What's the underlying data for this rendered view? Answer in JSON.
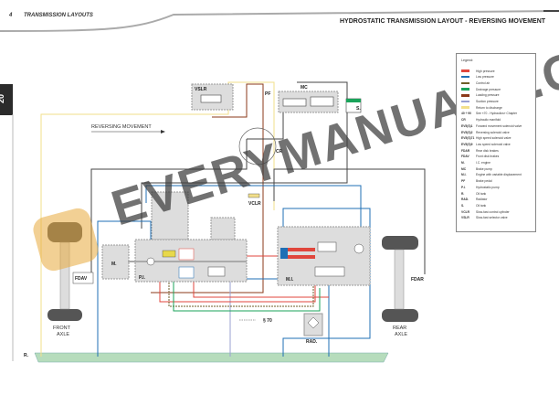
{
  "header": {
    "page_number": "4",
    "section": "TRANSMISSION LAYOUTS",
    "title": "HYDROSTATIC TRANSMISSION LAYOUT - REVERSING MOVEMENT"
  },
  "side_tab": "20",
  "diagram": {
    "movement_label": "REVERSING MOVEMENT",
    "labels": {
      "vslr": "VSLR",
      "pf": "PF",
      "mc": "MC",
      "s": "S.",
      "cr": "CR",
      "vclr": "VCLR",
      "m": "M.",
      "pi": "P.I.",
      "mi": "M.I.",
      "fdav": "FDAV",
      "fdar": "FDAR",
      "rad": "RAD.",
      "r": "R.",
      "ref70": "§ 70",
      "front_axle_1": "FRONT",
      "front_axle_2": "AXLE",
      "rear_axle_1": "REAR",
      "rear_axle_2": "AXLE"
    },
    "watermark": "EVERYMANUALS.COM"
  },
  "legend": {
    "title": "Legend:",
    "colors": [
      {
        "label": "High pressure",
        "color": "#e0463c"
      },
      {
        "label": "Low pressure",
        "color": "#1f6fb5"
      },
      {
        "label": "Control air",
        "color": "#6e5e28"
      },
      {
        "label": "Drainage pressure",
        "color": "#1aa35a"
      },
      {
        "label": "Loading pressure",
        "color": "#8b3a1a"
      },
      {
        "label": "Suction pressure",
        "color": "#9aa0d2"
      },
      {
        "label": "Return to discharge",
        "color": "#f2df8a"
      }
    ],
    "abbreviations": [
      {
        "code": "40 ÷ 90",
        "label": "See «70 - Hydraulics» Chapter"
      },
      {
        "code": "CR",
        "label": "Hydraulic manifold"
      },
      {
        "code": "EV5(S)1",
        "label": "Forward movement solenoid valve"
      },
      {
        "code": "EV5(S)2",
        "label": "Reversing solenoid valve"
      },
      {
        "code": "EV5(S)71",
        "label": "High speed solenoid valve"
      },
      {
        "code": "EV5(S)9",
        "label": "Low speed solenoid valve"
      },
      {
        "code": "FDAR",
        "label": "Rear disk brakes"
      },
      {
        "code": "FDAV",
        "label": "Front disk brakes"
      },
      {
        "code": "M.",
        "label": "I.C. engine"
      },
      {
        "code": "MC",
        "label": "Brake pump"
      },
      {
        "code": "M.I.",
        "label": "Engine with variable displacement"
      },
      {
        "code": "PF",
        "label": "Brake pedal"
      },
      {
        "code": "P.I.",
        "label": "Hydrostatic pump"
      },
      {
        "code": "R.",
        "label": "Oil tank"
      },
      {
        "code": "RAD.",
        "label": "Radiator"
      },
      {
        "code": "S.",
        "label": "Oil tank"
      },
      {
        "code": "VCLR",
        "label": "Slow-fast control cylinder"
      },
      {
        "code": "VSLR",
        "label": "Slow-fast selector valve"
      }
    ]
  }
}
